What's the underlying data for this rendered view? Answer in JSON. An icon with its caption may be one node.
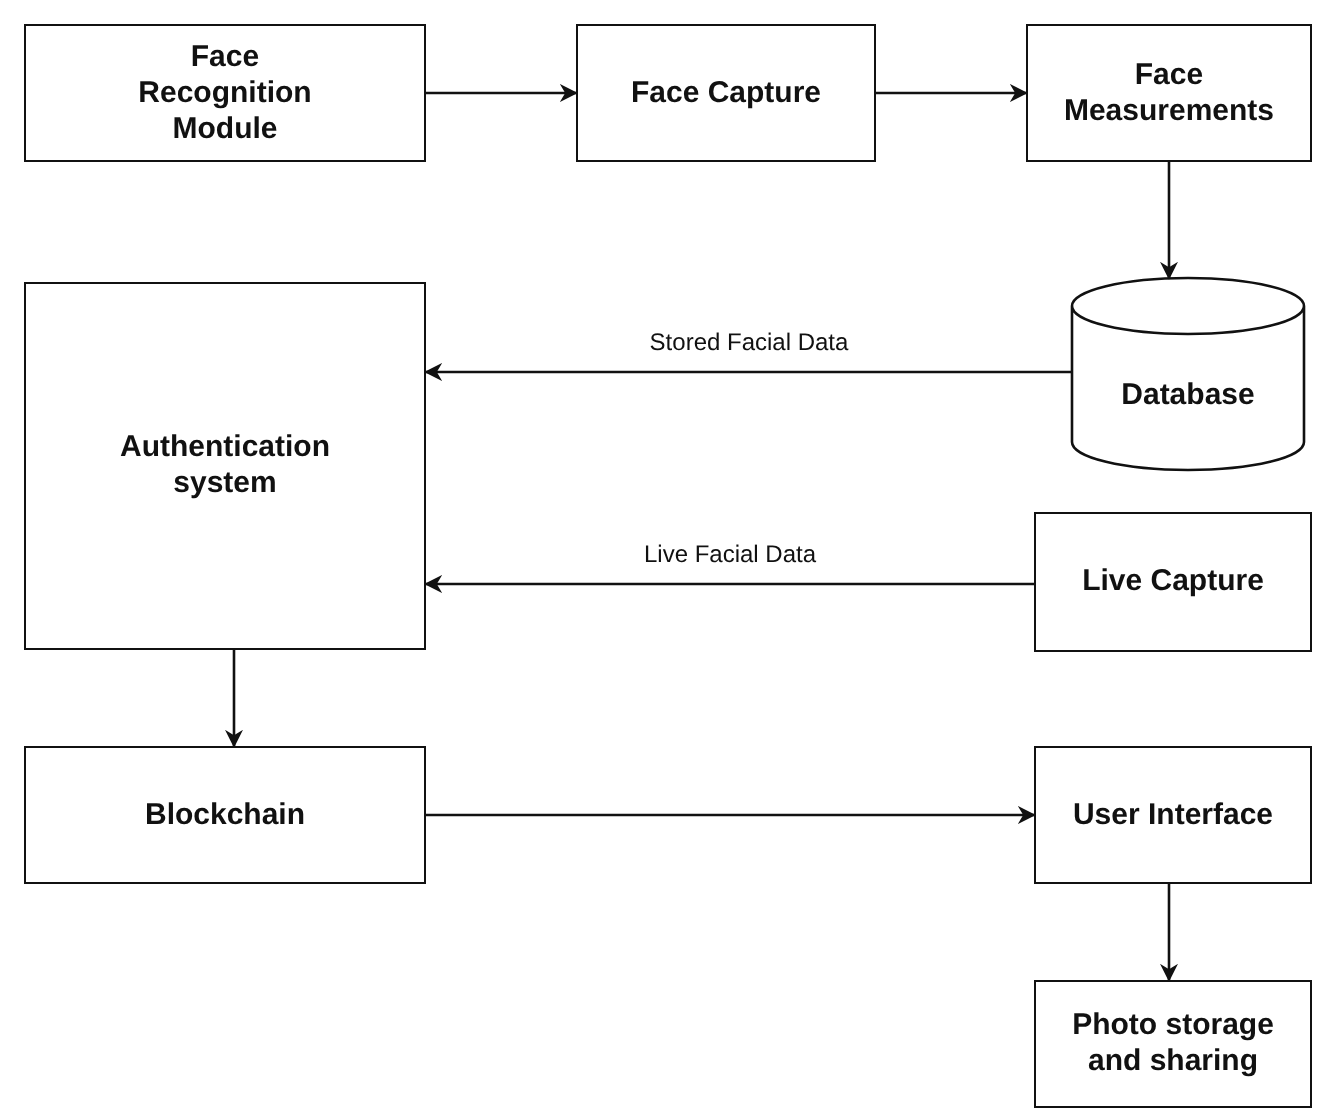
{
  "diagram": {
    "nodes": [
      {
        "text": [
          "Face Recognition Module"
        ]
      },
      {
        "text": [
          "Face Capture"
        ]
      },
      {
        "text": [
          "Face Measurements"
        ]
      },
      {
        "text": [
          "Database"
        ]
      },
      {
        "text": [
          "Authentication system"
        ]
      },
      {
        "text": [
          "Live Capture"
        ]
      },
      {
        "text": [
          "Blockchain"
        ]
      },
      {
        "text": [
          "User Interface"
        ]
      },
      {
        "text": [
          "Photo storage and sharing"
        ]
      }
    ],
    "edges": [
      {
        "from": 0,
        "to": 1,
        "arrow": "to"
      },
      {
        "from": 1,
        "to": 2,
        "arrow": "to"
      },
      {
        "from": 2,
        "to": 3,
        "arrow": "to"
      },
      {
        "from": 3,
        "to": 4,
        "arrow": "to",
        "label": "Stored Facial Data"
      },
      {
        "from": 5,
        "to": 4,
        "arrow": "to",
        "label": "Live Facial Data"
      },
      {
        "from": 4,
        "to": 6,
        "arrow": "to"
      },
      {
        "from": 6,
        "to": 7,
        "arrow": "to"
      },
      {
        "from": 7,
        "to": 8,
        "arrow": "to"
      }
    ]
  }
}
